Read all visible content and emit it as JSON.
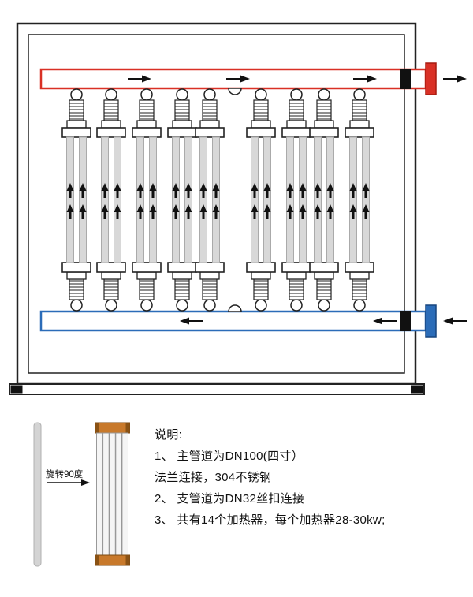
{
  "diagram": {
    "heater_column_count": 9,
    "tubes_per_column": 2,
    "outlet_pipe_color": "#d93025",
    "inlet_pipe_color": "#2b6cb8",
    "tube_fill_color": "#d8d8d8",
    "cap_color": "#c8792b",
    "flow_top_direction": "right",
    "flow_bottom_direction": "left"
  },
  "legend": {
    "rotate_label": "旋转90度"
  },
  "notes": {
    "heading": "说明:",
    "lines": [
      "1、 主管道为DN100(四寸）",
      "法兰连接，304不锈钢",
      "2、 支管道为DN32丝扣连接",
      "3、 共有14个加热器，每个加热器28-30kw;"
    ]
  }
}
